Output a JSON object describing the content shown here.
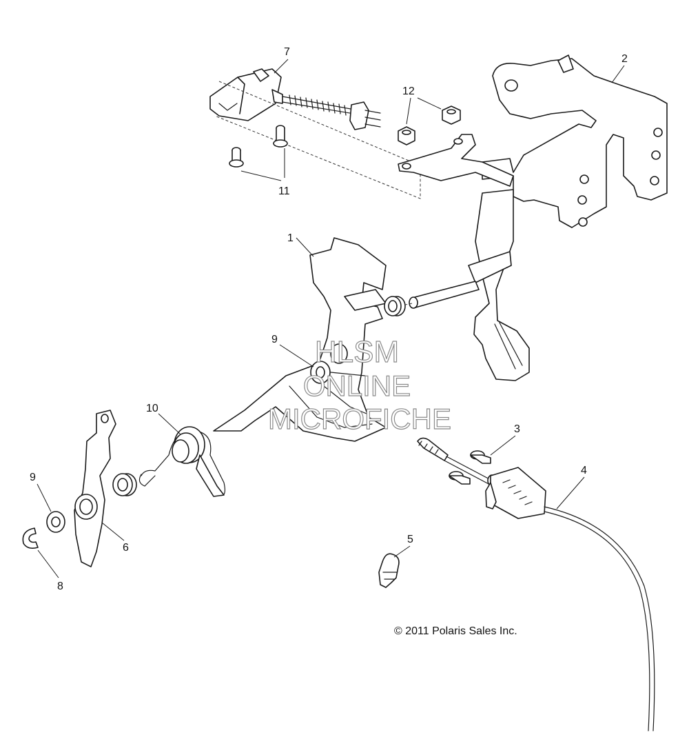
{
  "callouts": {
    "c1": "1",
    "c2": "2",
    "c3": "3",
    "c4": "4",
    "c5": "5",
    "c6": "6",
    "c7": "7",
    "c8": "8",
    "c9a": "9",
    "c9b": "9",
    "c10": "10",
    "c11": "11",
    "c12": "12"
  },
  "watermark": {
    "line1": "HLSM",
    "line2": "ONLINE",
    "line3": "MICROFICHE"
  },
  "copyright": "© 2011 Polaris Sales Inc."
}
